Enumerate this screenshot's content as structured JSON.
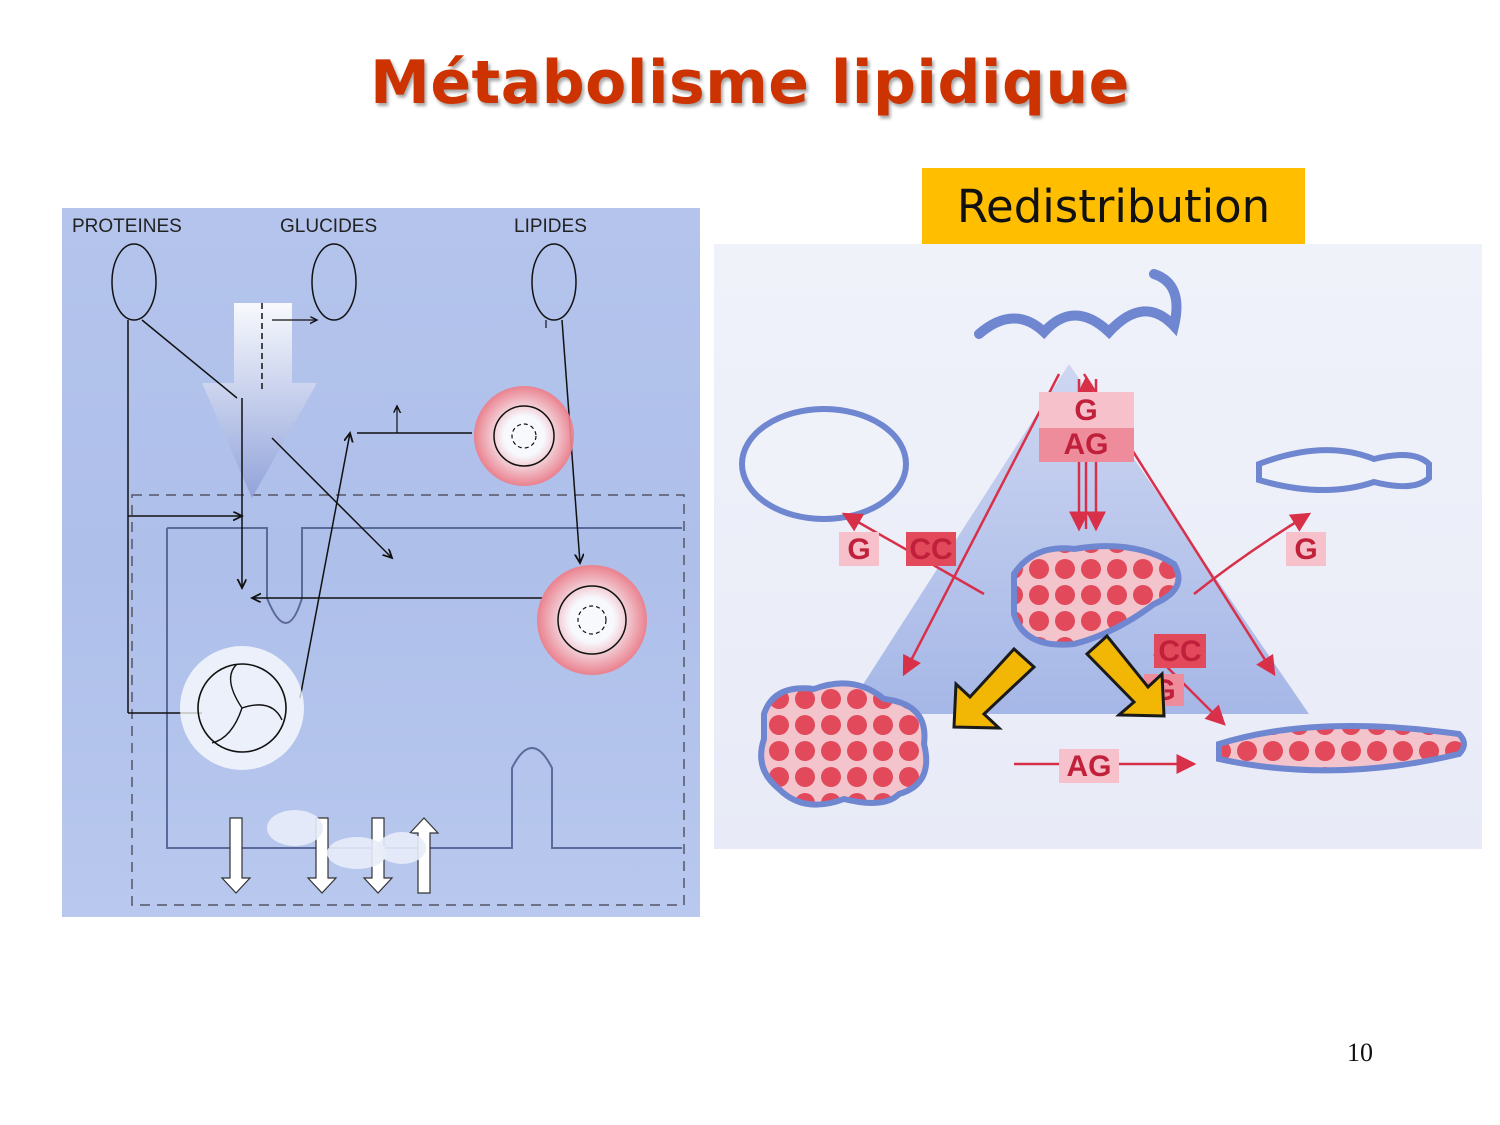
{
  "slide": {
    "title": "Métabolisme lipidique",
    "badge": "Redistribution",
    "page_number": "10"
  },
  "left_diagram": {
    "labels": [
      "PROTEINES",
      "GLUCIDES",
      "LIPIDES"
    ]
  },
  "right_diagram": {
    "labels": {
      "top_g": "G",
      "top_ag": "AG",
      "left_g": "G",
      "left_cc": "CC",
      "right_g": "G",
      "center_cc": "CC",
      "center_g": "G",
      "bottom_ag": "AG"
    }
  },
  "colors": {
    "title": "#cc3300",
    "badge": "#ffbf00",
    "arrow_fill": "#f2b705",
    "red": "#d9304a",
    "blue_panel": "#b4c4ec"
  }
}
